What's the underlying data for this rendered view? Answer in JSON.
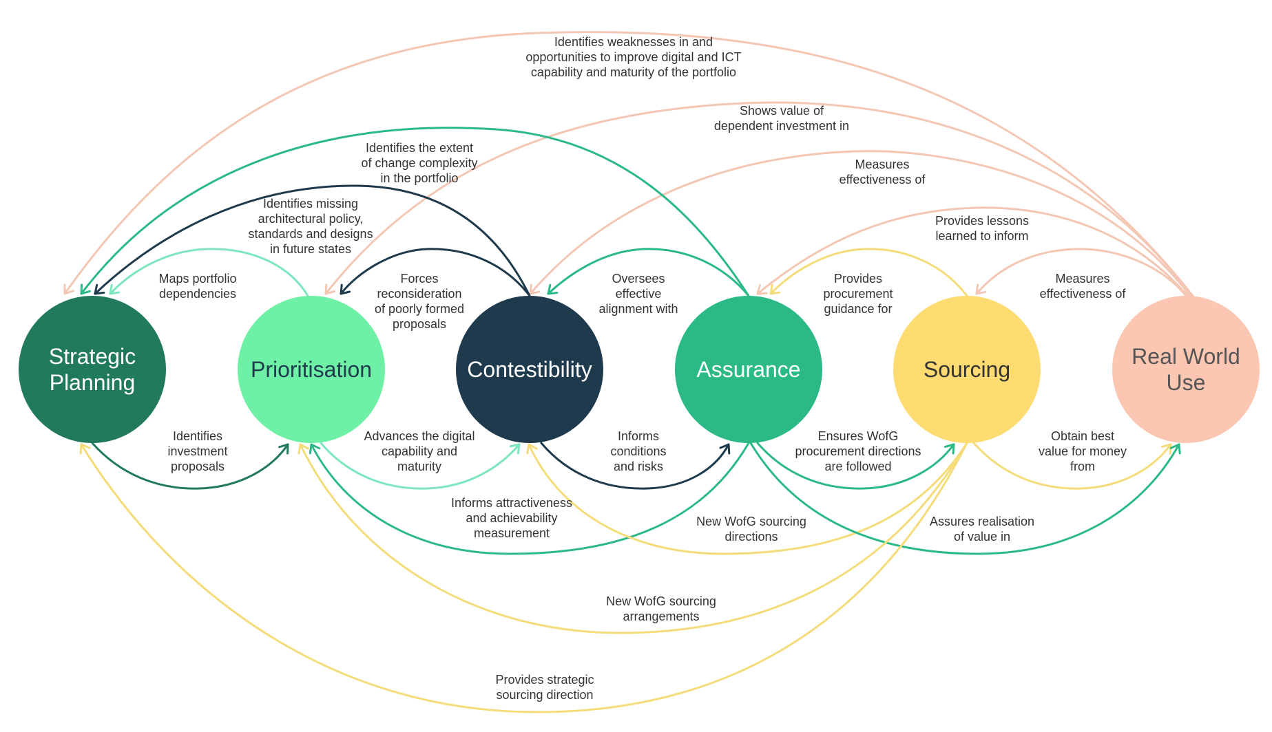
{
  "colors": {
    "text": "#333333",
    "dark_green": "#227a5c",
    "light_green": "#6ef0a6",
    "navy": "#1e3a4c",
    "green": "#2bb985",
    "yellow": "#fedc72",
    "peach": "#fbc6b2",
    "edge_dark_green": "#227a5c",
    "edge_light_green": "#7ee6bd",
    "edge_navy": "#1e3a4c",
    "edge_green": "#2bb985",
    "edge_yellow": "#f5dc7a",
    "edge_peach": "#f4c6b4"
  },
  "nodes": [
    {
      "id": "strategic",
      "lines": [
        "Strategic",
        "Planning"
      ],
      "fill": "#227a5c",
      "text_color": "#ffffff"
    },
    {
      "id": "prioritisation",
      "lines": [
        "Prioritisation"
      ],
      "fill": "#6ef0a6",
      "text_color": "#1e3a4c"
    },
    {
      "id": "contestibility",
      "lines": [
        "Contestibility"
      ],
      "fill": "#1e3a4c",
      "text_color": "#ffffff"
    },
    {
      "id": "assurance",
      "lines": [
        "Assurance"
      ],
      "fill": "#2bb985",
      "text_color": "#ffffff"
    },
    {
      "id": "sourcing",
      "lines": [
        "Sourcing"
      ],
      "fill": "#fedc72",
      "text_color": "#333333"
    },
    {
      "id": "real_world_use",
      "lines": [
        "Real World",
        "Use"
      ],
      "fill": "#fbc6b2",
      "text_color": "#555555"
    }
  ],
  "edges": [
    {
      "id": "rwu-to-strategic",
      "from": "real_world_use",
      "to": "strategic",
      "color": "#f4c6b4",
      "label": [
        "Identifies weaknesses in and",
        "opportunities to improve digital and ICT",
        "capability and maturity of the portfolio"
      ]
    },
    {
      "id": "rwu-to-prioritisation",
      "from": "real_world_use",
      "to": "prioritisation",
      "color": "#f4c6b4",
      "label": [
        "Shows value of",
        "dependent investment in"
      ]
    },
    {
      "id": "rwu-to-contestibility",
      "from": "real_world_use",
      "to": "contestibility",
      "color": "#f4c6b4",
      "label": [
        "Measures",
        "effectiveness of"
      ]
    },
    {
      "id": "rwu-to-assurance",
      "from": "real_world_use",
      "to": "assurance",
      "color": "#f4c6b4",
      "label": [
        "Provides lessons",
        "learned to inform"
      ]
    },
    {
      "id": "rwu-to-sourcing",
      "from": "real_world_use",
      "to": "sourcing",
      "color": "#f4c6b4",
      "label": [
        "Measures",
        "effectiveness of"
      ]
    },
    {
      "id": "assurance-to-strategic",
      "from": "assurance",
      "to": "strategic",
      "color": "#2bb985",
      "label": [
        "Identifies the extent",
        "of change complexity",
        "in the portfolio"
      ]
    },
    {
      "id": "contestibility-to-strategic",
      "from": "contestibility",
      "to": "strategic",
      "color": "#1e3a4c",
      "label": [
        "Identifies missing",
        "architectural policy,",
        "standards and designs",
        "in future states"
      ]
    },
    {
      "id": "prioritisation-to-strategic",
      "from": "prioritisation",
      "to": "strategic",
      "color": "#7ee6bd",
      "label": [
        "Maps portfolio",
        "dependencies"
      ]
    },
    {
      "id": "contestibility-to-prioritisation",
      "from": "contestibility",
      "to": "prioritisation",
      "color": "#1e3a4c",
      "label": [
        "Forces",
        "reconsideration",
        "of poorly formed",
        "proposals"
      ]
    },
    {
      "id": "assurance-to-contestibility",
      "from": "assurance",
      "to": "contestibility",
      "color": "#2bb985",
      "label": [
        "Oversees",
        "effective",
        "alignment with"
      ]
    },
    {
      "id": "sourcing-to-assurance",
      "from": "sourcing",
      "to": "assurance",
      "color": "#f5dc7a",
      "label": [
        "Provides",
        "procurement",
        "guidance for"
      ]
    },
    {
      "id": "strategic-to-prioritisation",
      "from": "strategic",
      "to": "prioritisation",
      "color": "#227a5c",
      "label": [
        "Identifies",
        "investment",
        "proposals"
      ]
    },
    {
      "id": "prioritisation-to-contestibility",
      "from": "prioritisation",
      "to": "contestibility",
      "color": "#7ee6bd",
      "label": [
        "Advances the digital",
        "capability and",
        "maturity"
      ]
    },
    {
      "id": "contestibility-to-assurance",
      "from": "contestibility",
      "to": "assurance",
      "color": "#1e3a4c",
      "label": [
        "Informs",
        "conditions",
        "and risks"
      ]
    },
    {
      "id": "assurance-to-sourcing",
      "from": "assurance",
      "to": "sourcing",
      "color": "#2bb985",
      "label": [
        "Ensures WofG",
        "procurement directions",
        "are followed"
      ]
    },
    {
      "id": "sourcing-to-rwu",
      "from": "sourcing",
      "to": "real_world_use",
      "color": "#f5dc7a",
      "label": [
        "Obtain best",
        "value for money",
        "from"
      ]
    },
    {
      "id": "assurance-to-prioritisation",
      "from": "assurance",
      "to": "prioritisation",
      "color": "#2bb985",
      "label": [
        "Informs attractiveness",
        "and achievability",
        "measurement"
      ]
    },
    {
      "id": "sourcing-to-contestibility",
      "from": "sourcing",
      "to": "contestibility",
      "color": "#f5dc7a",
      "label": [
        "New WofG sourcing",
        "directions"
      ]
    },
    {
      "id": "assurance-to-rwu",
      "from": "assurance",
      "to": "real_world_use",
      "color": "#2bb985",
      "label": [
        "Assures realisation",
        "of value in"
      ]
    },
    {
      "id": "sourcing-to-prioritisation",
      "from": "sourcing",
      "to": "prioritisation",
      "color": "#f5dc7a",
      "label": [
        "New WofG sourcing",
        "arrangements"
      ]
    },
    {
      "id": "sourcing-to-strategic",
      "from": "sourcing",
      "to": "strategic",
      "color": "#f5dc7a",
      "label": [
        "Provides strategic",
        "sourcing direction"
      ]
    }
  ]
}
